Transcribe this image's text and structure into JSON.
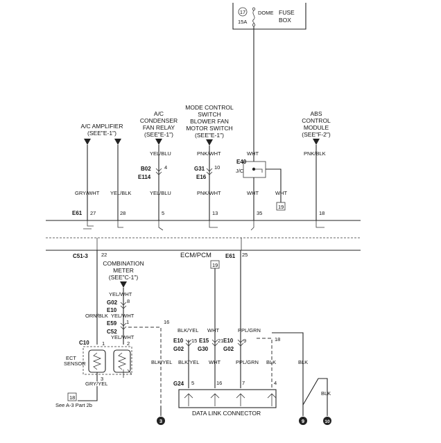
{
  "fuse_box": {
    "number": "17",
    "rating": "15A",
    "name": "DOME",
    "label_line1": "FUSE",
    "label_line2": "BOX"
  },
  "components": {
    "ac_amplifier": {
      "line1": "A/C AMPLIFIER",
      "line2": "(SEE\"E-1\")"
    },
    "ac_condenser": {
      "line1": "A/C",
      "line2": "CONDENSER",
      "line3": "FAN RELAY",
      "line4": "(SEE\"E-1\")"
    },
    "mode_control": {
      "line1": "MODE CONTROL",
      "line2": "SWITCH",
      "line3": "BLOWER FAN",
      "line4": "MOTOR SWITCH",
      "line5": "(SEE\"E-1\")"
    },
    "abs": {
      "line1": "ABS",
      "line2": "CONTROL",
      "line3": "MODULE",
      "line4": "(SEE\"F-2\")"
    },
    "combination_meter": {
      "line1": "COMBINATION",
      "line2": "METER",
      "line3": "(SEE\"C-1\")"
    },
    "ecm": "ECM/PCM",
    "ect_sensor": {
      "line1": "ECT",
      "line2": "SENSOR"
    },
    "dlc": "DATA LINK CONNECTOR",
    "jc": "J/C"
  },
  "wire_labels": {
    "yel_blu": "YEL/BLU",
    "pnk_wht": "PNK/WHT",
    "wht": "WHT",
    "pnk_blk": "PNK/BLK",
    "gry_wht": "GRY/WHT",
    "yel_blk": "YEL/BLK",
    "yel_wht": "YEL/WHT",
    "orn_blk": "ORN/BLK",
    "blk_yel": "BLK/YEL",
    "ppl_grn": "PPL/GRN",
    "blk": "BLK",
    "gry_yel": "GRY/YEL"
  },
  "connectors": {
    "b02": "B02",
    "e114": "E114",
    "g31": "G31",
    "e16": "E16",
    "e40": "E40",
    "e61": "E61",
    "c51_3": "C51-3",
    "g02": "G02",
    "e10": "E10",
    "e59": "E59",
    "c52": "C52",
    "c10": "C10",
    "e15": "E15",
    "g30": "G30",
    "g24": "G24"
  },
  "pins": {
    "p4": "4",
    "p10": "10",
    "p27": "27",
    "p28": "28",
    "p5": "5",
    "p13": "13",
    "p35": "35",
    "p18": "18",
    "p22": "22",
    "p25": "25",
    "p8": "8",
    "p1": "1",
    "p16": "16",
    "p15": "15",
    "p21": "21",
    "p9": "9",
    "p2": "2",
    "p3": "3",
    "p7": "7"
  },
  "refs": {
    "r19": "19",
    "r18": "18",
    "see_a3": "See A-3 Part 2b"
  },
  "grounds": {
    "g3": "3",
    "g9": "9",
    "g10": "10"
  }
}
